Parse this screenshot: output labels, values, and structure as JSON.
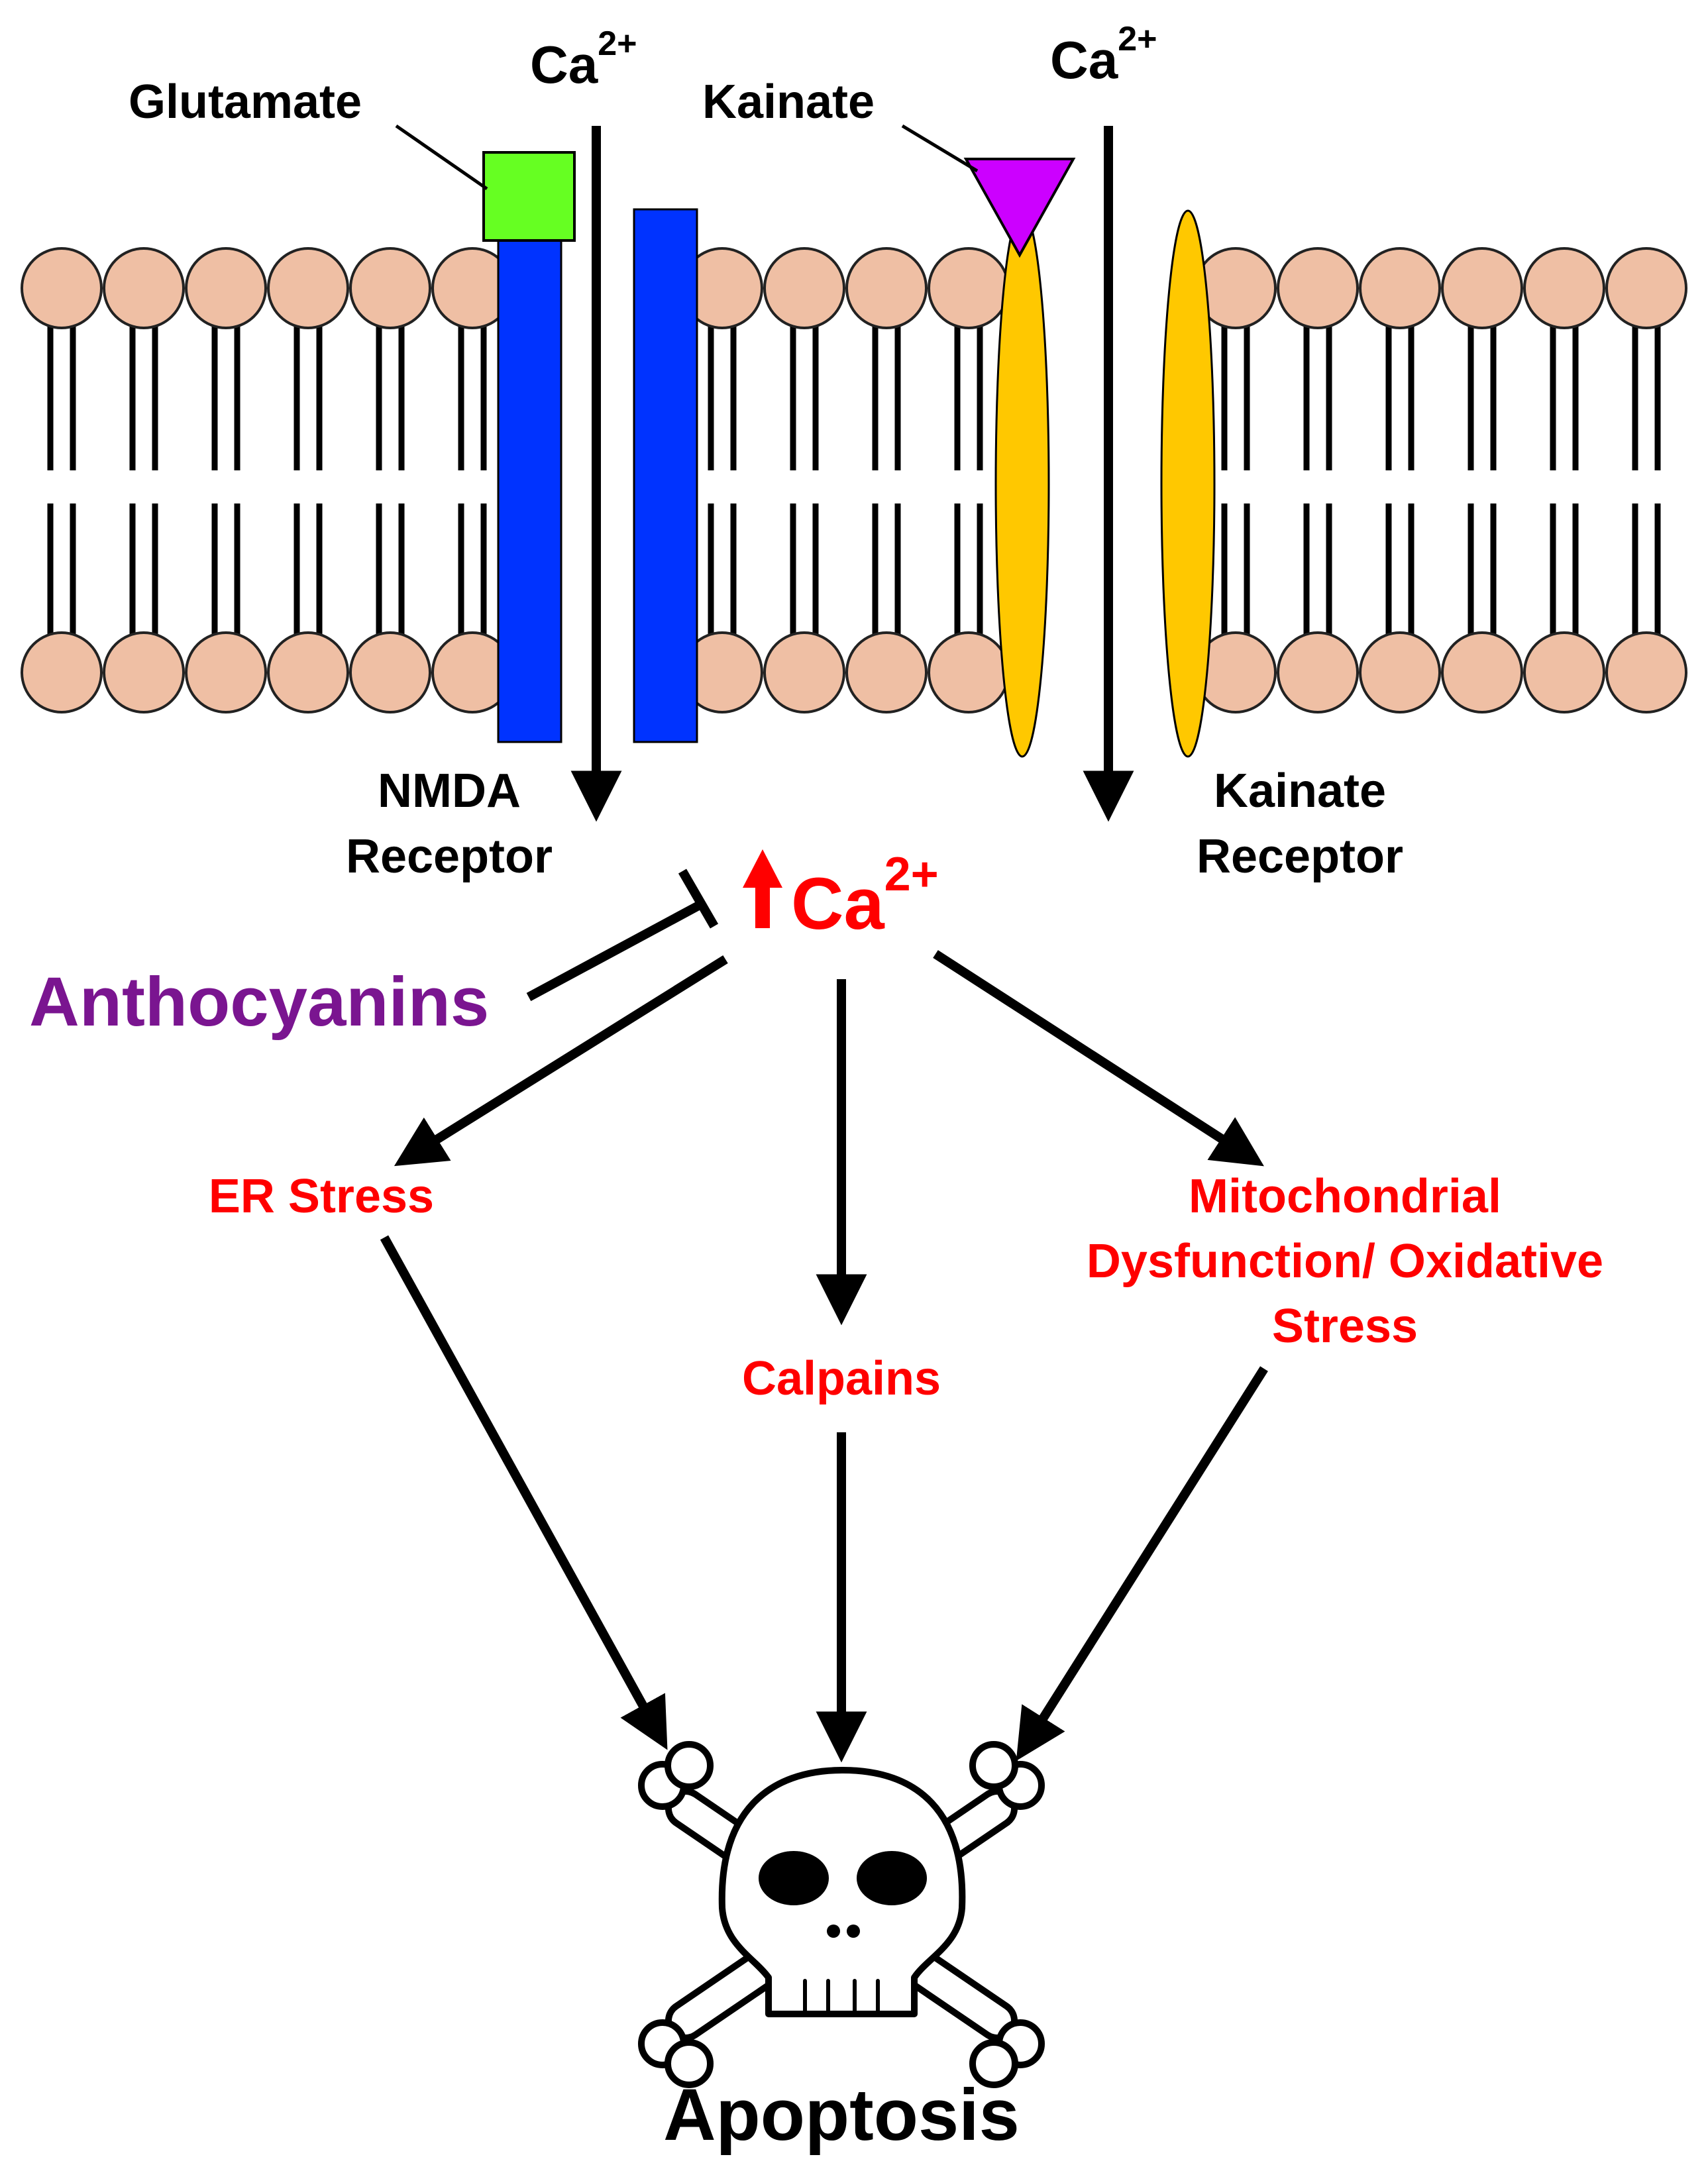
{
  "labels": {
    "glutamate": "Glutamate",
    "kainate_ligand": "Kainate",
    "ca_base": "Ca",
    "ca_charge": "2+",
    "nmda_line1": "NMDA",
    "nmda_line2": "Receptor",
    "kainate_receptor_line1": "Kainate",
    "kainate_receptor_line2": "Receptor",
    "ca_rise_base": "Ca",
    "ca_rise_charge": "2+",
    "anthocyanins": "Anthocyanins",
    "er_stress": "ER Stress",
    "calpains": "Calpains",
    "mito_line1": "Mitochondrial",
    "mito_line2": "Dysfunction/ Oxidative",
    "mito_line3": "Stress",
    "apoptosis": "Apoptosis"
  },
  "colors": {
    "phospholipid_head": "#efbfa4",
    "nmda_receptor": "#0033ff",
    "kainate_receptor": "#ffc800",
    "glutamate": "#66ff22",
    "kainate": "#cc00ff",
    "effect_text": "#ff0000",
    "anthocyanins_text": "#7a1590",
    "arrow": "#000000"
  },
  "icons": {
    "death": "skull-and-crossbones-icon",
    "increase": "up-arrow-icon"
  }
}
